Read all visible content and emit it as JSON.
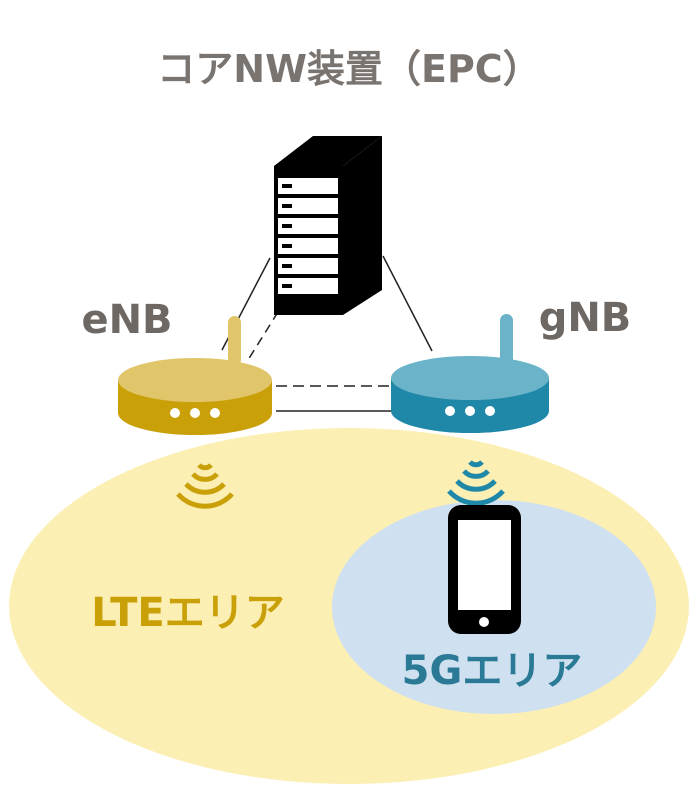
{
  "title": "コアNW装置（EPC）",
  "nodes": {
    "core": {
      "icon": "server-rack-icon"
    },
    "enb": {
      "label": "eNB",
      "icon": "router-icon"
    },
    "gnb": {
      "label": "gNB",
      "icon": "router-icon"
    },
    "phone": {
      "icon": "smartphone-icon"
    }
  },
  "areas": {
    "lte": {
      "label": "LTEエリア"
    },
    "nr": {
      "label": "5Gエリア"
    }
  },
  "colors": {
    "title_text": "#7a7470",
    "node_label_text": "#6e6864",
    "lte_area_fill": "#fcefb4",
    "nr_area_fill": "#cfe0f0",
    "enb_body": "#c9a008",
    "enb_top": "#e0c56a",
    "gnb_body": "#1f87a8",
    "gnb_top": "#6ab3c8",
    "lte_label_text": "#c9a008",
    "nr_label_text": "#2a7a96",
    "device": "#000000"
  },
  "links": [
    {
      "from": "core",
      "to": "enb",
      "style": "solid"
    },
    {
      "from": "core",
      "to": "enb",
      "style": "dashed"
    },
    {
      "from": "core",
      "to": "gnb",
      "style": "solid"
    },
    {
      "from": "enb",
      "to": "gnb",
      "style": "dashed"
    },
    {
      "from": "enb",
      "to": "gnb",
      "style": "solid"
    }
  ]
}
